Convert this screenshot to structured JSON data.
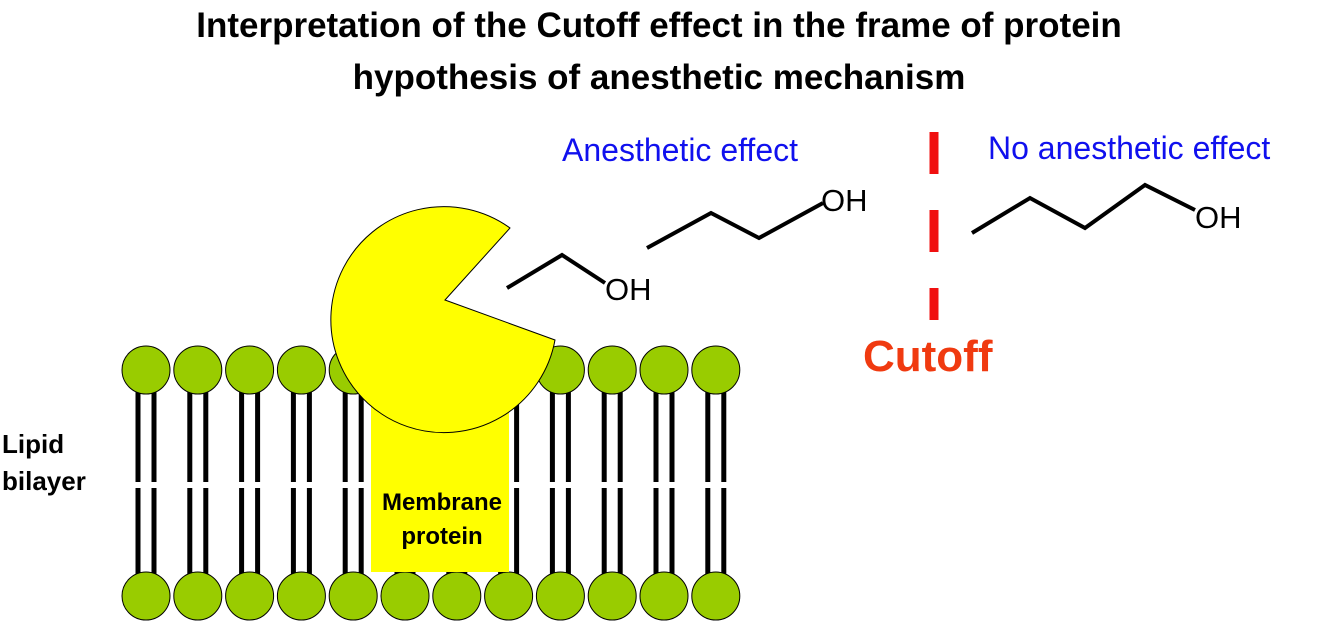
{
  "title": {
    "line1": "Interpretation of the Cutoff effect in the frame of protein",
    "line2": "hypothesis of anesthetic mechanism"
  },
  "labels": {
    "anesthetic_effect": "Anesthetic effect",
    "no_anesthetic_effect": "No anesthetic effect",
    "cutoff": "Cutoff",
    "lipid_bilayer_line1": "Lipid",
    "lipid_bilayer_line2": "bilayer",
    "membrane_protein_line1": "Membrane",
    "membrane_protein_line2": "protein"
  },
  "molecules": {
    "ethanol_oh": "OH",
    "propanol_oh": "OH",
    "butanol_oh": "OH"
  },
  "colors": {
    "protein": "#ffff00",
    "lipid_head": "#99cc00",
    "effect_text": "#1010ee",
    "cutoff": "#f03a10"
  }
}
